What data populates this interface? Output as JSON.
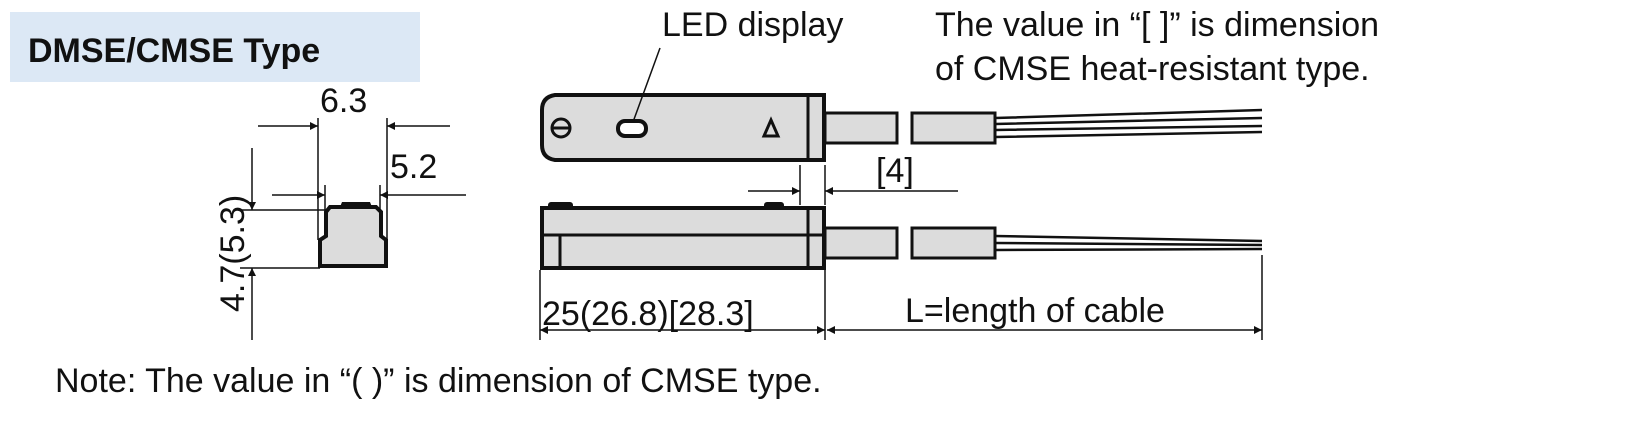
{
  "title": "DMSE/CMSE Type",
  "colors": {
    "title_bg": "#dce8f5",
    "body_fill": "#dcdcdc"
  },
  "labels": {
    "led": "LED display",
    "note_bracket_line1": "The value in “[ ]” is dimension",
    "note_bracket_line2": "of CMSE heat-resistant type.",
    "note_paren": "Note: The value in “( )” is dimension of CMSE type."
  },
  "dimensions": {
    "width_outer": "6.3",
    "width_inner": "5.2",
    "height": "4.7(5.3)",
    "cable_offset": "[4]",
    "length": "25(26.8)[28.3]",
    "cable_length": "L=length of cable"
  }
}
